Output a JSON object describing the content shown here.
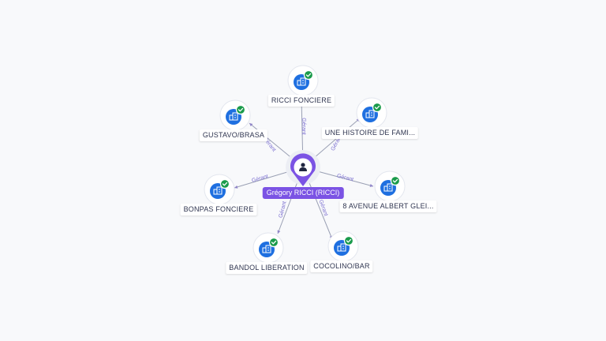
{
  "center": {
    "name": "Grégory RICCI (RICCI)",
    "icon": "person-icon",
    "color": "#7b53e4"
  },
  "relation_label": "Gérant",
  "companies": [
    {
      "name": "RICCI FONCIERE",
      "icon": "building-icon",
      "status": "check-icon"
    },
    {
      "name": "UNE HISTOIRE DE FAMI...",
      "icon": "building-icon",
      "status": "check-icon"
    },
    {
      "name": "8 AVENUE ALBERT GLEI...",
      "icon": "building-icon",
      "status": "check-icon"
    },
    {
      "name": "COCOLINO/BAR",
      "icon": "building-icon",
      "status": "check-icon"
    },
    {
      "name": "BANDOL LIBERATION",
      "icon": "building-icon",
      "status": "check-icon"
    },
    {
      "name": "BONPAS FONCIERE",
      "icon": "building-icon",
      "status": "check-icon"
    },
    {
      "name": "GUSTAVO/BRASA",
      "icon": "building-icon",
      "status": "check-icon"
    }
  ],
  "colors": {
    "company_node": "#1e6fe0",
    "active_status": "#1a9b4b",
    "edge_label": "#7b6fd0"
  }
}
